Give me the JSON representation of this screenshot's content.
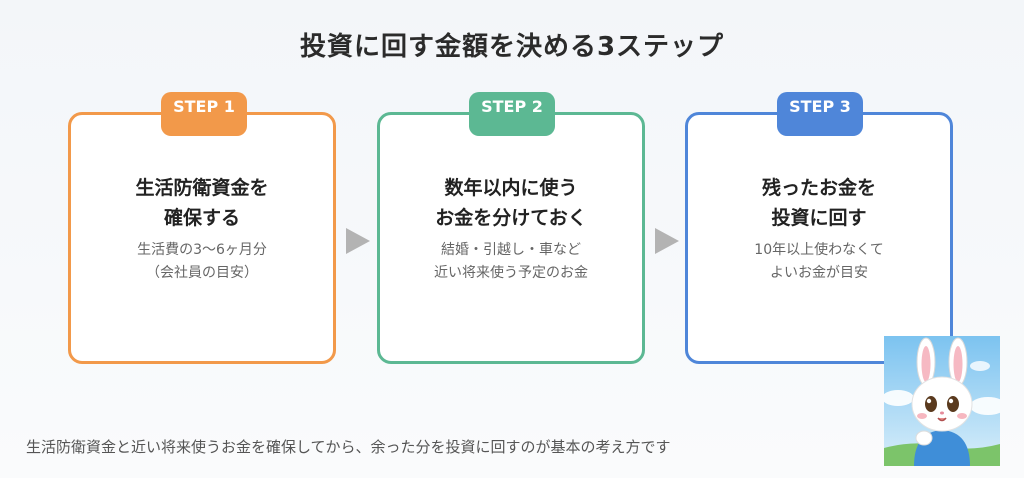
{
  "title": "投資に回す金額を決める3ステップ",
  "steps": [
    {
      "badge": "STEP 1",
      "head_line1": "生活防衛資金を",
      "head_line2": "確保する",
      "body_line1": "生活費の3〜6ヶ月分",
      "body_line2": "（会社員の目安）",
      "color": "#f2994a"
    },
    {
      "badge": "STEP 2",
      "head_line1": "数年以内に使う",
      "head_line2": "お金を分けておく",
      "body_line1": "結婚・引越し・車など",
      "body_line2": "近い将来使う予定のお金",
      "color": "#5cb893"
    },
    {
      "badge": "STEP 3",
      "head_line1": "残ったお金を",
      "head_line2": "投資に回す",
      "body_line1": "10年以上使わなくて",
      "body_line2": "よいお金が目安",
      "color": "#4f86d9"
    }
  ],
  "arrow_icon": "triangle-right-icon",
  "footer": "生活防衛資金と近い将来使うお金を確保してから、余った分を投資に回すのが基本の考え方です",
  "mascot_icon": "rabbit-mascot-icon"
}
